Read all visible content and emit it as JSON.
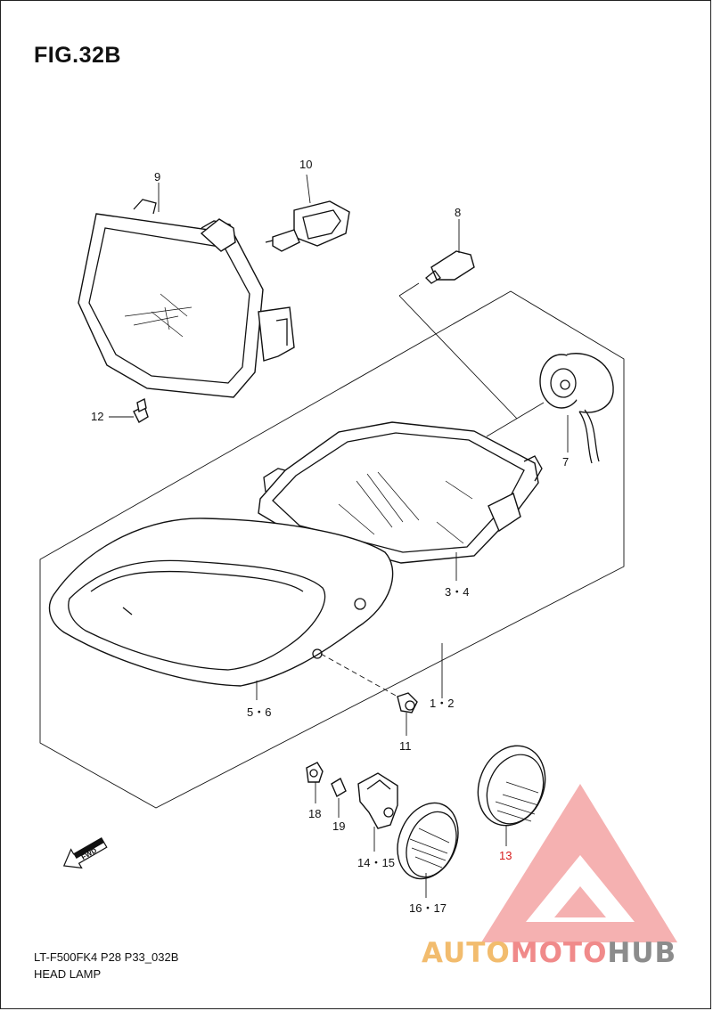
{
  "figure": {
    "title": "FIG.32B",
    "code": "LT-F500FK4 P28 P33_032B",
    "name": "HEAD LAMP"
  },
  "callouts": {
    "c9": "9",
    "c10": "10",
    "c8": "8",
    "c12": "12",
    "c7": "7",
    "c34": "3・4",
    "c56": "5・6",
    "c12b": "1・2",
    "c11": "11",
    "c18": "18",
    "c19": "19",
    "c1415": "14・15",
    "c1617": "16・17",
    "c13": "13"
  },
  "fwd_label": "FWD",
  "watermark": {
    "part1": "AUTO",
    "part2": "MOTO",
    "part3": "HUB",
    "colors": {
      "orange": "#f2bc6e",
      "red": "#f08a8a",
      "gray": "#8c8c8c"
    }
  }
}
